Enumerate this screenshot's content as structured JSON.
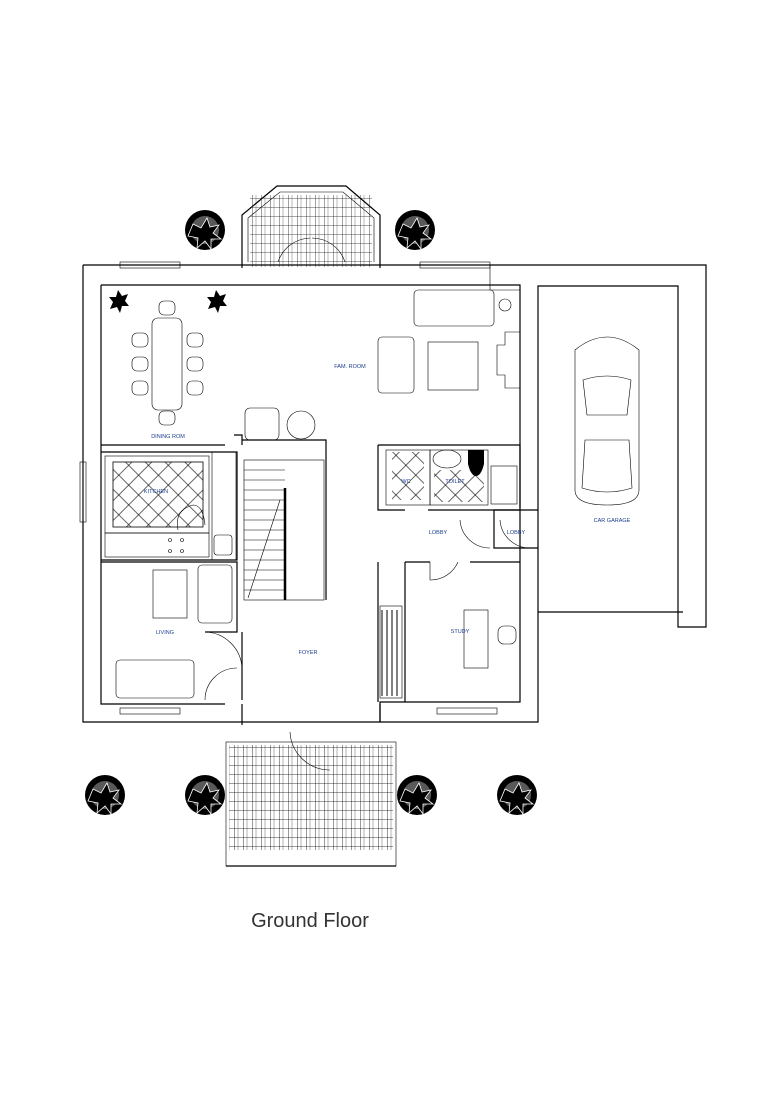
{
  "drawing": {
    "title": "Ground Floor",
    "rooms": {
      "dining": "DINING ROM",
      "kitchen": "KITCHEN",
      "family": "FAM. ROOM",
      "wc": "WC",
      "toilet": "TOILET",
      "lobby": "LOBBY",
      "lobby2": "LOBBY",
      "garage": "CAR GARAGE",
      "living": "LIVING",
      "foyer": "FOYER",
      "study": "STUDY"
    }
  }
}
